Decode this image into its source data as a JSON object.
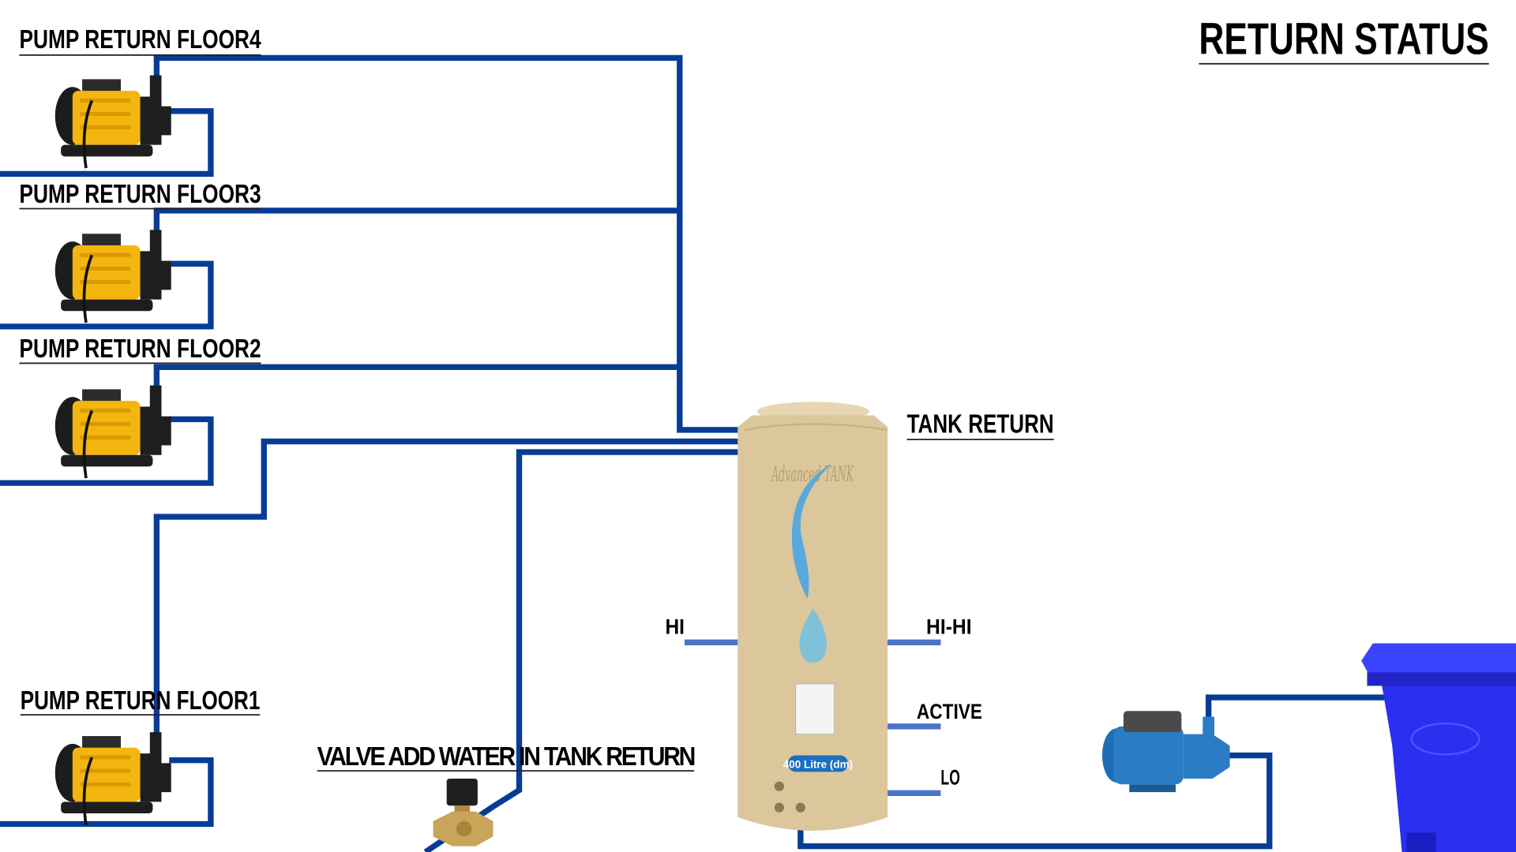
{
  "title": "RETURN STATUS",
  "pumps": [
    {
      "label": "PUMP RETURN FLOOR4"
    },
    {
      "label": "PUMP RETURN FLOOR3"
    },
    {
      "label": "PUMP RETURN FLOOR2"
    },
    {
      "label": "PUMP RETURN FLOOR1"
    }
  ],
  "valve": {
    "label": "VALVE ADD WATER IN TANK RETURN"
  },
  "tank": {
    "label": "TANK RETURN",
    "brand": "Advanced TANK",
    "capacity": "400 Litre (dm)"
  },
  "levels": {
    "hi": "HI",
    "hihi": "HI-HI",
    "active": "ACTIVE",
    "lo": "LO"
  },
  "colors": {
    "pipe": "#073c96",
    "sensor": "#4a74c9",
    "pump_yellow": "#f5b50f",
    "tank": "#dcc79c",
    "bin": "#2a2ff0"
  }
}
